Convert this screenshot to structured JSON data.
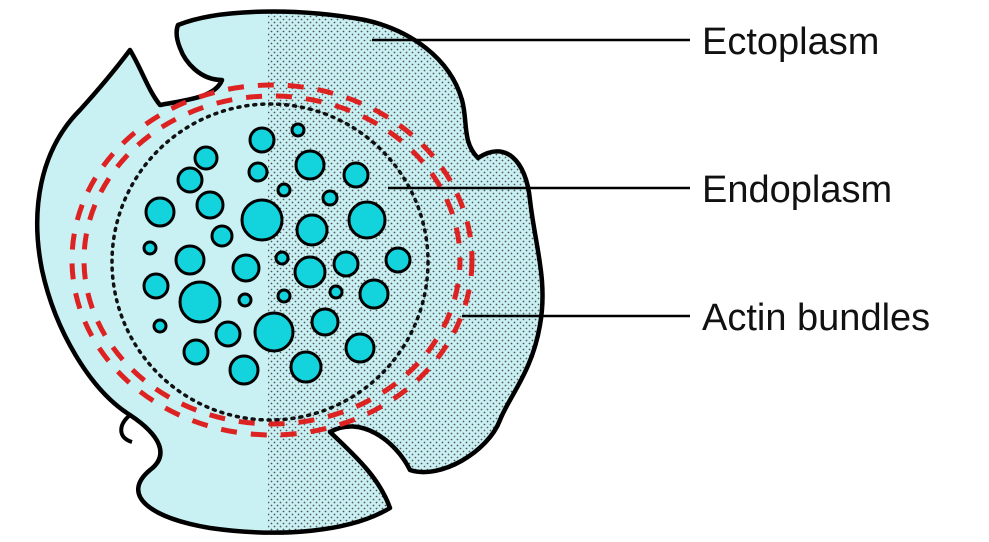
{
  "diagram": {
    "labels": [
      {
        "id": "ectoplasm",
        "text": "Ectoplasm"
      },
      {
        "id": "endoplasm",
        "text": "Endoplasm"
      },
      {
        "id": "actin",
        "text": "Actin bundles"
      }
    ],
    "colors": {
      "cell_fill": "#c9f1f4",
      "outline": "#000000",
      "granule_fill": "#13d3dc",
      "actin": "#dd2222",
      "stipple": "#555555"
    },
    "icons": [
      "cell-body",
      "granule",
      "actin-bundle",
      "stipple-texture"
    ]
  }
}
